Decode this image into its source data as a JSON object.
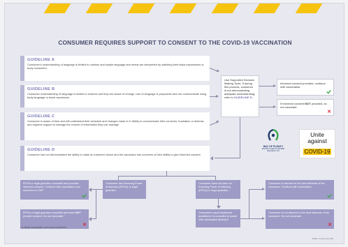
{
  "title": "CONSUMER REQUIRES SUPPORT TO CONSENT TO THE COVID-19 VACCINATION",
  "guidelines": [
    {
      "heading": "GUIDELINE A",
      "text": "Consumer's understanding of language is limited to routines and simple language and needs are interpreted by watching their facial expressions or body movement."
    },
    {
      "heading": "GUIDELINE B",
      "text": "Consumer understanding of language is limited to routines and they are aware of change. Use of language is purposeful and can communicate using body language or facial expression."
    },
    {
      "heading": "GUIDELINE C",
      "text": "Consumer is aware of time and will understand their schedule and changes made to it. Ability to communicate their concerns, frustration or distress and requires support to manage the volume of information they can manage."
    },
    {
      "heading": "GUIDELINE D",
      "text": "Consumer has not demonstrated the ability to make an informed choice and the vaccinator has concerns of their ability to give informed consent."
    }
  ],
  "sdm_box": {
    "text": "Use Supported Decision Making Tools. If during this process, consumer is not demonstrating adequate understanding, refer to",
    "link": "GUIDELINE D."
  },
  "outcomes": {
    "provided": "Informed consent provided, continue with vaccination.",
    "not_provided_pre": "If informed consent",
    "not_provided_bold": "NOT",
    "not_provided_post": "provided, do not vaccinate."
  },
  "flow": {
    "epoa_consent": "EPOA or legal guardian consulted and provides informed consent. Continue with vaccination and document in CIE*",
    "epoa_no_pre": "EPOA or legal guardian consulted and does",
    "epoa_no_bold": "NOT",
    "epoa_no_post": "provide consent. Do not vaccinate.*",
    "has_epoa": "Consumer has Enduring Power of Attorney (EPOA) or legal guardian.",
    "no_epoa": "Consumer does not have an Enduring Power of Attorney (EPOA) or legal guardian.",
    "practitioner": "Consumers usual healthcare practitioner is consulted to assist with vaccination decision*",
    "best_interest": "Consumer is deemed in the best interests of the consumer. Continue with vaccination.",
    "not_best_interest": "Consumer is not deemed in the best interests of the consumer. Do not vaccinate."
  },
  "footnote": "* A virtual consultation can occur if preferred",
  "ref_code": "#0000 - Printed June 2021",
  "logos": {
    "bop_name": "BAY OF PLENTY",
    "bop_sub": "DISTRICT HEALTH BOARD",
    "bop_maori": "HAUORA A TOI",
    "unite_1": "Unite",
    "unite_2": "against",
    "unite_3": "COVID-19"
  },
  "colors": {
    "accent": "#7b78b6",
    "stripe": "#f6c40f",
    "tick": "#3aa84a",
    "cross": "#d6263c",
    "flow_box": "#9e9bc6"
  }
}
